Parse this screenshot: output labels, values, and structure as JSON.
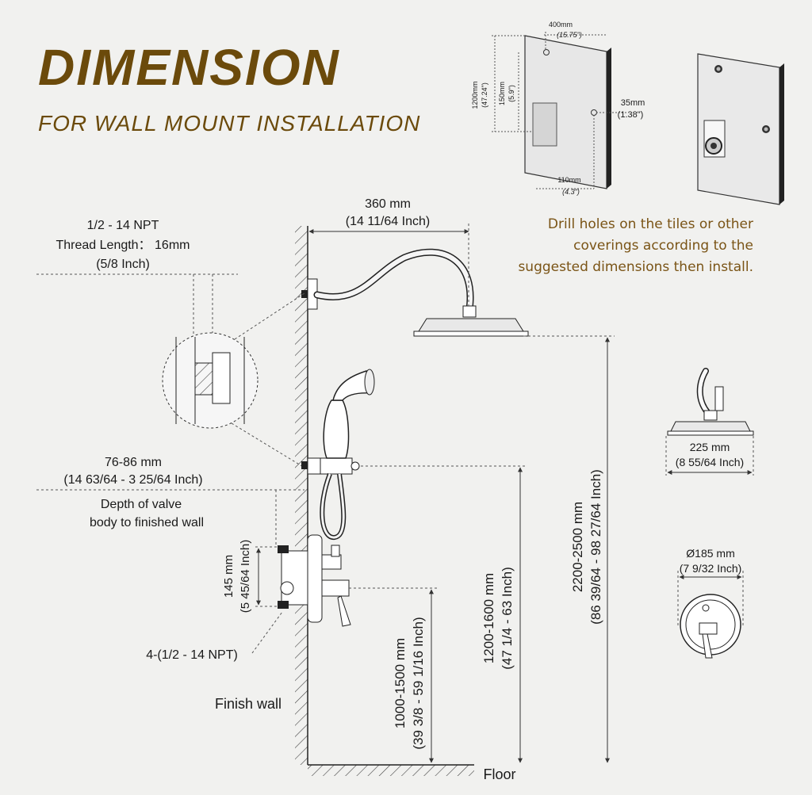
{
  "header": {
    "title": "DIMENSION",
    "subtitle": "FOR WALL MOUNT INSTALLATION"
  },
  "note": {
    "line1": "Drill holes on the tiles or other",
    "line2": "coverings according to the",
    "line3": "suggested dimensions then install."
  },
  "panel": {
    "width_mm": "400mm",
    "width_in": "(15.75\")",
    "height_mm": "1200mm",
    "height_in": "(47.24\")",
    "hole_v_mm": "150mm",
    "hole_v_in": "(5.9\")",
    "hole_h_mm": "110mm",
    "hole_h_in": "(4.3\")",
    "offset_mm": "35mm",
    "offset_in": "(1.38\")"
  },
  "arm": {
    "reach_mm": "360 mm",
    "reach_in": "(14 11/64 Inch)"
  },
  "thread": {
    "line1": "1/2 - 14 NPT",
    "line2": "Thread Length： 16mm",
    "line3": "(5/8 Inch)"
  },
  "valve": {
    "depth_mm": "76-86 mm",
    "depth_in": "(14 63/64 - 3 25/64 Inch)",
    "depth_label1": "Depth of valve",
    "depth_label2": "body to finished wall",
    "height_mm": "145 mm",
    "height_in": "(5 45/64 Inch)",
    "ports": "4-(1/2 - 14 NPT)"
  },
  "labels": {
    "finish_wall": "Finish wall",
    "floor": "Floor"
  },
  "heights": {
    "head_mm": "2200-2500 mm",
    "head_in": "(86 39/64 - 98 27/64 Inch)",
    "handheld_mm": "1200-1600 mm",
    "handheld_in": "(47 1/4 - 63 Inch)",
    "valve_mm": "1000-1500 mm",
    "valve_in": "(39 3/8 - 59 1/16 Inch)"
  },
  "showerhead": {
    "diameter_mm": "225 mm",
    "diameter_in": "(8 55/64 Inch)"
  },
  "trim": {
    "diameter_mm": "Ø185 mm",
    "diameter_in": "(7 9/32 Inch)"
  },
  "colors": {
    "accent": "#6b4a0b",
    "note": "#7a5416",
    "line": "#333333"
  }
}
